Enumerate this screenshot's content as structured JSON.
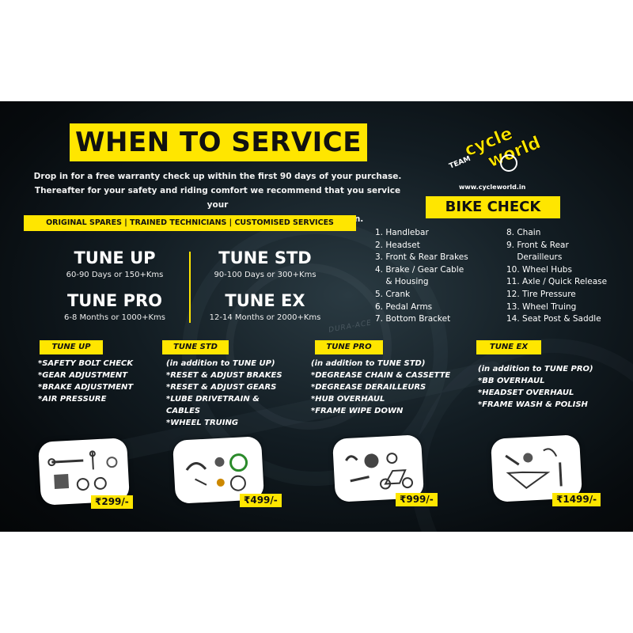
{
  "colors": {
    "accent": "#ffe600",
    "background": "#0b1216",
    "text": "#ffffff"
  },
  "title": "WHEN TO SERVICE",
  "intro": [
    "Drop in for a free warranty check up within the first 90 days of your purchase.",
    "Thereafter for your safety and riding comfort we recommend that you service your",
    "bicycle at regular intervals to keepit in top working condition."
  ],
  "features": "ORIGINAL SPARES | TRAINED TECHNICIANS | CUSTOMISED SERVICES",
  "logo": {
    "team": "TEAM",
    "cycle": "cycle",
    "world": "world",
    "url": "www.cycleworld.in"
  },
  "bike_check": {
    "title": "BIKE CHECK",
    "left": [
      "1. Handlebar",
      "2. Headset",
      "3. Front & Rear Brakes",
      "4. Brake / Gear Cable",
      "    & Housing",
      "5. Crank",
      "6. Pedal Arms",
      "7. Bottom Bracket"
    ],
    "right": [
      "8. Chain",
      "9. Front & Rear",
      "    Derailleurs",
      "10. Wheel Hubs",
      "11. Axle / Quick Release",
      "12. Tire Pressure",
      "13. Wheel Truing",
      "14. Seat Post & Saddle"
    ]
  },
  "tiers": {
    "tune_up": {
      "name": "TUNE UP",
      "interval": "60-90 Days or 150+Kms"
    },
    "tune_std": {
      "name": "TUNE STD",
      "interval": "90-100 Days or 300+Kms"
    },
    "tune_pro": {
      "name": "TUNE PRO",
      "interval": "6-8 Months or 1000+Kms"
    },
    "tune_ex": {
      "name": "TUNE EX",
      "interval": "12-14 Months or 2000+Kms"
    }
  },
  "packages": [
    {
      "tag": "TUNE UP",
      "note": "",
      "items": [
        "*SAFETY BOLT CHECK",
        "*GEAR ADJUSTMENT",
        "*BRAKE ADJUSTMENT",
        "*AIR PRESSURE"
      ],
      "price": "₹299/-"
    },
    {
      "tag": "TUNE STD",
      "note": "(in addition to TUNE UP)",
      "items": [
        "*RESET & ADJUST BRAKES",
        "*RESET & ADJUST GEARS",
        "*LUBE DRIVETRAIN &",
        "  CABLES",
        "*WHEEL TRUING"
      ],
      "price": "₹499/-"
    },
    {
      "tag": "TUNE PRO",
      "note": "(in addition to TUNE STD)",
      "items": [
        "*DEGREASE CHAIN & CASSETTE",
        "*DEGREASE DERAILLEURS",
        "*HUB OVERHAUL",
        "*FRAME WIPE DOWN"
      ],
      "price": "₹999/-"
    },
    {
      "tag": "TUNE EX",
      "note": "(in addition to TUNE PRO)",
      "items": [
        "*BB OVERHAUL",
        "*HEADSET OVERHAUL",
        "*FRAME WASH & POLISH"
      ],
      "price": "₹1499/-"
    }
  ],
  "background_text": "DURA-ACE"
}
